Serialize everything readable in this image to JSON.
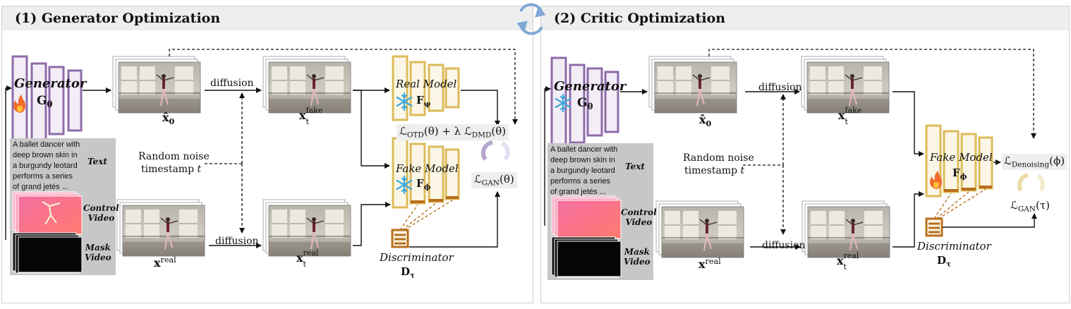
{
  "title_generator_optimization": "(1) Generator Optimization",
  "title_critic_optimization": "(2) Critic Optimization",
  "generator_label": "Generator",
  "generator_symbol": "G",
  "generator_subscript": "θ",
  "real_model_label": "Real Model",
  "real_model_symbol": "F",
  "real_model_subscript": "ψ",
  "fake_model_label": "Fake Model",
  "fake_model_symbol": "F",
  "fake_model_subscript": "ϕ",
  "discriminator_label": "Discriminator",
  "discriminator_symbol": "D",
  "discriminator_subscript": "τ",
  "diffusion_label": "diffusion",
  "random_noise_line1": "Random noise",
  "random_noise_line2": "timestamp",
  "random_noise_var": "t",
  "prompt_text": "A ballet dancer with\ndeep brown skin in\na burgundy leotard\nperforms a series\nof grand jetés ...",
  "text_label": "Text",
  "control_video_label": "Control\nVideo",
  "mask_video_label": "Mask\nVideo",
  "x0_hat_label": "x̂",
  "x0_hat_sub": "0",
  "xt_fake_base": "x",
  "xt_fake_sup": "fake",
  "xt_fake_sub": "t",
  "x_real_base": "x",
  "x_real_sup": "real",
  "xt_real_base": "x",
  "xt_real_sup": "real",
  "xt_real_sub": "t",
  "loss_otd_dmd": "ℒOTD(θ) + λ ℒDMD(θ)",
  "loss_otd_L": "ℒ",
  "loss_otd_sub": "OTD",
  "loss_otd_arg": "(θ) + λ ",
  "loss_dmd_L": "ℒ",
  "loss_dmd_sub": "DMD",
  "loss_dmd_arg": "(θ)",
  "loss_gan_theta_L": "ℒ",
  "loss_gan_theta_sub": "GAN",
  "loss_gan_theta_arg": "(θ)",
  "loss_denoising_L": "ℒ",
  "loss_denoising_sub": "Denoising",
  "loss_denoising_arg": "(ϕ)",
  "loss_gan_tau_L": "ℒ",
  "loss_gan_tau_sub": "GAN",
  "loss_gan_tau_arg": "(τ)",
  "colors": {
    "generator_purple": "#8e6ba8",
    "generator_fill": "#f3edf7",
    "model_gold": "#dcbb5a",
    "model_fill": "#fbf6e6",
    "disc_brown": "#b86f1e",
    "snow_blue": "#3fa7d9",
    "fire": "#f26b2a",
    "cycle_blue": "#7fa8d6",
    "cycle_purple": "#b7a7cf",
    "cycle_gold": "#e9dca6",
    "prompt_gray": "#c7c7c7"
  }
}
